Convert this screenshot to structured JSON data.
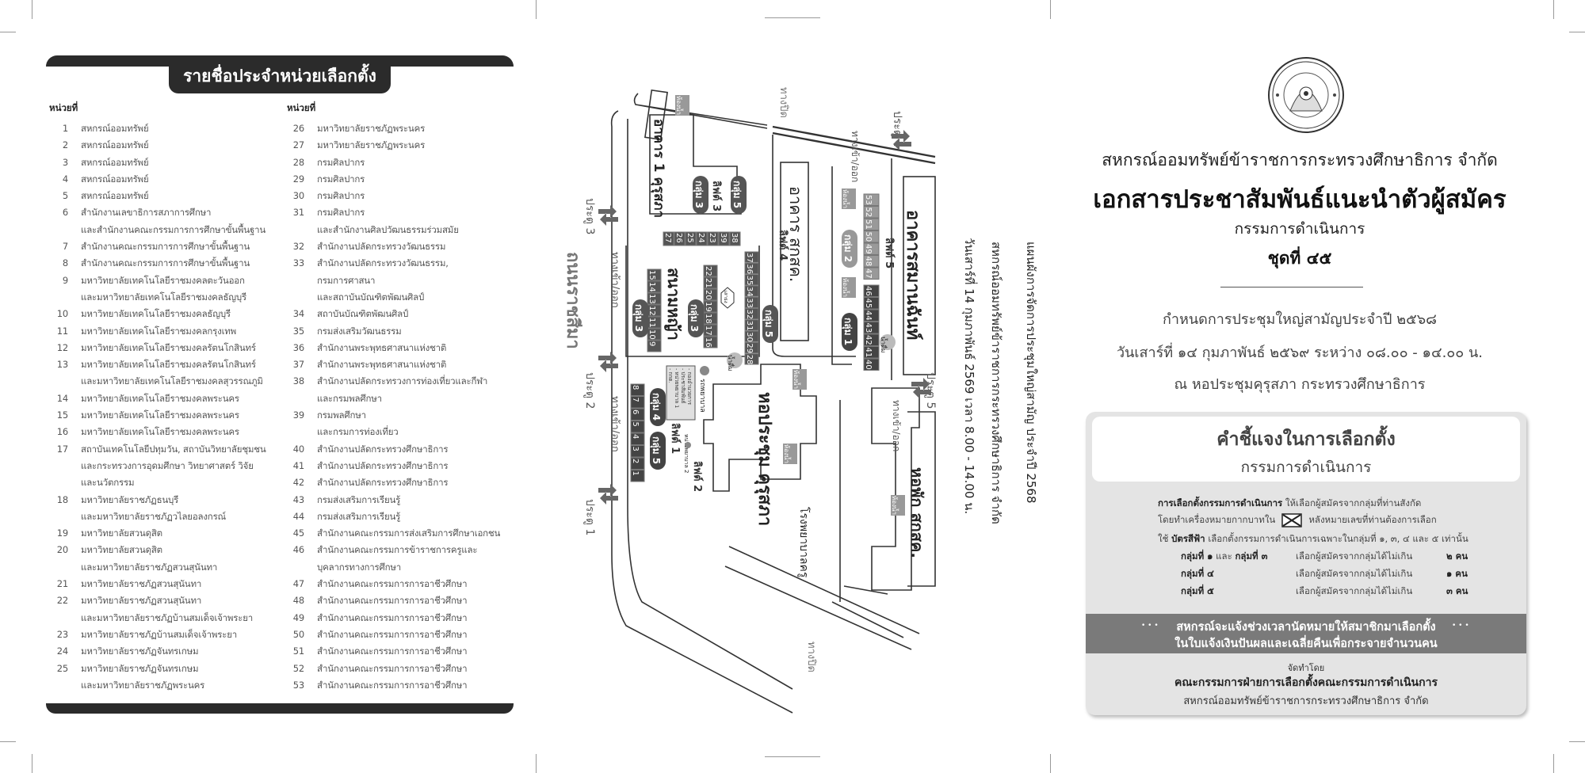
{
  "list": {
    "title": "รายชื่อประจำหน่วยเลือกตั้ง",
    "header": "หน่วยที่",
    "col1": [
      {
        "n": "1",
        "lines": [
          "สหกรณ์ออมทรัพย์"
        ]
      },
      {
        "n": "2",
        "lines": [
          "สหกรณ์ออมทรัพย์"
        ]
      },
      {
        "n": "3",
        "lines": [
          "สหกรณ์ออมทรัพย์"
        ]
      },
      {
        "n": "4",
        "lines": [
          "สหกรณ์ออมทรัพย์"
        ]
      },
      {
        "n": "5",
        "lines": [
          "สหกรณ์ออมทรัพย์"
        ]
      },
      {
        "n": "6",
        "lines": [
          "สำนักงานเลขาธิการสภาการศึกษา",
          "และสำนักงานคณะกรรมการการศึกษาขั้นพื้นฐาน"
        ]
      },
      {
        "n": "7",
        "lines": [
          "สำนักงานคณะกรรมการการศึกษาขั้นพื้นฐาน"
        ]
      },
      {
        "n": "8",
        "lines": [
          "สำนักงานคณะกรรมการการศึกษาขั้นพื้นฐาน"
        ]
      },
      {
        "n": "9",
        "lines": [
          "มหาวิทยาลัยเทคโนโลยีราชมงคลตะวันออก",
          "และมหาวิทยาลัยเทคโนโลยีราชมงคลธัญบุรี"
        ]
      },
      {
        "n": "10",
        "lines": [
          "มหาวิทยาลัยเทคโนโลยีราชมงคลธัญบุรี"
        ]
      },
      {
        "n": "11",
        "lines": [
          "มหาวิทยาลัยเทคโนโลยีราชมงคลกรุงเทพ"
        ]
      },
      {
        "n": "12",
        "lines": [
          "มหาวิทยาลัยเทคโนโลยีราชมงคลรัตนโกสินทร์"
        ]
      },
      {
        "n": "13",
        "lines": [
          "มหาวิทยาลัยเทคโนโลยีราชมงคลรัตนโกสินทร์",
          "และมหาวิทยาลัยเทคโนโลยีราชมงคลสุวรรณภูมิ"
        ]
      },
      {
        "n": "14",
        "lines": [
          "มหาวิทยาลัยเทคโนโลยีราชมงคลพระนคร"
        ]
      },
      {
        "n": "15",
        "lines": [
          "มหาวิทยาลัยเทคโนโลยีราชมงคลพระนคร"
        ]
      },
      {
        "n": "16",
        "lines": [
          "มหาวิทยาลัยเทคโนโลยีราชมงคลพระนคร"
        ]
      },
      {
        "n": "17",
        "lines": [
          "สถาบันเทคโนโลยีปทุมวัน, สถาบันวิทยาลัยชุมชน",
          "และกระทรวงการอุดมศึกษา  วิทยาศาสตร์  วิจัย",
          "และนวัตกรรม"
        ]
      },
      {
        "n": "18",
        "lines": [
          "มหาวิทยาลัยราชภัฏธนบุรี",
          "และมหาวิทยาลัยราชภัฏวไลยอลงกรณ์"
        ]
      },
      {
        "n": "19",
        "lines": [
          "มหาวิทยาลัยสวนดุสิต"
        ]
      },
      {
        "n": "20",
        "lines": [
          "มหาวิทยาลัยสวนดุสิต",
          "และมหาวิทยาลัยราชภัฏสวนสุนันทา"
        ]
      },
      {
        "n": "21",
        "lines": [
          "มหาวิทยาลัยราชภัฏสวนสุนันทา"
        ]
      },
      {
        "n": "22",
        "lines": [
          "มหาวิทยาลัยราชภัฏสวนสุนันทา",
          "และมหาวิทยาลัยราชภัฏบ้านสมเด็จเจ้าพระยา"
        ]
      },
      {
        "n": "23",
        "lines": [
          "มหาวิทยาลัยราชภัฏบ้านสมเด็จเจ้าพระยา"
        ]
      },
      {
        "n": "24",
        "lines": [
          "มหาวิทยาลัยราชภัฏจันทรเกษม"
        ]
      },
      {
        "n": "25",
        "lines": [
          "มหาวิทยาลัยราชภัฏจันทรเกษม",
          "และมหาวิทยาลัยราชภัฏพระนคร"
        ]
      }
    ],
    "col2": [
      {
        "n": "26",
        "lines": [
          "มหาวิทยาลัยราชภัฏพระนคร"
        ]
      },
      {
        "n": "27",
        "lines": [
          "มหาวิทยาลัยราชภัฏพระนคร"
        ]
      },
      {
        "n": "28",
        "lines": [
          "กรมศิลปากร"
        ]
      },
      {
        "n": "29",
        "lines": [
          "กรมศิลปากร"
        ]
      },
      {
        "n": "30",
        "lines": [
          "กรมศิลปากร"
        ]
      },
      {
        "n": "31",
        "lines": [
          "กรมศิลปากร",
          "และสำนักงานศิลปวัฒนธรรมร่วมสมัย"
        ]
      },
      {
        "n": "32",
        "lines": [
          "สำนักงานปลัดกระทรวงวัฒนธรรม"
        ]
      },
      {
        "n": "33",
        "lines": [
          "สำนักงานปลัดกระทรวงวัฒนธรรม,",
          "กรมการศาสนา",
          "และสถาบันบัณฑิตพัฒนศิลป์"
        ]
      },
      {
        "n": "34",
        "lines": [
          "สถาบันบัณฑิตพัฒนศิลป์"
        ]
      },
      {
        "n": "35",
        "lines": [
          "กรมส่งเสริมวัฒนธรรม"
        ]
      },
      {
        "n": "36",
        "lines": [
          "สำนักงานพระพุทธศาสนาแห่งชาติ"
        ]
      },
      {
        "n": "37",
        "lines": [
          "สำนักงานพระพุทธศาสนาแห่งชาติ"
        ]
      },
      {
        "n": "38",
        "lines": [
          "สำนักงานปลัดกระทรวงการท่องเที่ยวและกีฬา",
          "และกรมพลศึกษา"
        ]
      },
      {
        "n": "39",
        "lines": [
          "กรมพลศึกษา",
          "และกรมการท่องเที่ยว"
        ]
      },
      {
        "n": "40",
        "lines": [
          "สำนักงานปลัดกระทรวงศึกษาธิการ"
        ]
      },
      {
        "n": "41",
        "lines": [
          "สำนักงานปลัดกระทรวงศึกษาธิการ"
        ]
      },
      {
        "n": "42",
        "lines": [
          "สำนักงานปลัดกระทรวงศึกษาธิการ"
        ]
      },
      {
        "n": "43",
        "lines": [
          "กรมส่งเสริมการเรียนรู้"
        ]
      },
      {
        "n": "44",
        "lines": [
          "กรมส่งเสริมการเรียนรู้"
        ]
      },
      {
        "n": "45",
        "lines": [
          "สำนักงานคณะกรรมการส่งเสริมการศึกษาเอกชน"
        ]
      },
      {
        "n": "46",
        "lines": [
          "สำนักงานคณะกรรมการข้าราชการครูและ",
          "บุคลากรทางการศึกษา"
        ]
      },
      {
        "n": "47",
        "lines": [
          "สำนักงานคณะกรรมการการอาชีวศึกษา"
        ]
      },
      {
        "n": "48",
        "lines": [
          "สำนักงานคณะกรรมการการอาชีวศึกษา"
        ]
      },
      {
        "n": "49",
        "lines": [
          "สำนักงานคณะกรรมการการอาชีวศึกษา"
        ]
      },
      {
        "n": "50",
        "lines": [
          "สำนักงานคณะกรรมการการอาชีวศึกษา"
        ]
      },
      {
        "n": "51",
        "lines": [
          "สำนักงานคณะกรรมการการอาชีวศึกษา"
        ]
      },
      {
        "n": "52",
        "lines": [
          "สำนักงานคณะกรรมการการอาชีวศึกษา"
        ]
      },
      {
        "n": "53",
        "lines": [
          "สำนักงานคณะกรรมการการอาชีวศึกษา"
        ]
      }
    ]
  },
  "map": {
    "title1": "แผนผังการจัดการประชุมใหญ่สามัญ ประจำปี 2568",
    "title2": "สหกรณ์ออมทรัพย์ข้าราชการกระทรวงศึกษาธิการ จำกัด",
    "title3": "วันเสาร์ที่ 14 กุมภาพันธ์ 2569 เวลา 8.00 - 14.00 น.",
    "road": "ถนนราชสีมา",
    "gate1": "ประตู 1",
    "gate2": "ประตู 2",
    "gate3": "ประตู 3",
    "gate4": "ประตู 4",
    "gate5": "ประตู 5",
    "entrance": "ทางเข้า/ออก",
    "closed": "ทางปิด",
    "building1": "อาคาร 1 คุรุสภา",
    "building_oskt": "อาคาร สกสค.",
    "building_saman": "อาคารสมานฉันท์",
    "lawn": "สนามหญ้า",
    "hall": "หอประชุม คุรุสภา",
    "dorm": "หอพัก สกสค.",
    "hospital": "โรงพยาบาลครู",
    "toilet": "ห้องน้ำ",
    "water": "น้ำดื่ม",
    "flagpole": "เสาธง",
    "ambulance": "รถพยาบาล",
    "nurse2": "หน่วยพยาบาล 2",
    "lifts": [
      "ลิฟต์ 1",
      "ลิฟต์ 2",
      "ลิฟต์ 3",
      "ลิฟต์ 4",
      "ลิฟต์ 5"
    ],
    "info_box": [
      "- กองอำนวยการ",
      "- ประชาสัมพันธ์",
      "- หน่วยพยาบาล 1",
      "- กกต."
    ],
    "groups": {
      "g1": "กลุ่ม 1",
      "g2": "กลุ่ม 2",
      "g3": "กลุ่ม 3",
      "g4": "กลุ่ม 4",
      "g5": "กลุ่ม 5"
    },
    "strips": [
      [
        "27",
        "26",
        "25",
        "24",
        "23",
        "39",
        "38"
      ],
      [
        "37",
        "36",
        "35",
        "34",
        "33",
        "32",
        "31",
        "30",
        "29",
        "28"
      ],
      [
        "22",
        "21",
        "20",
        "19",
        "18",
        "17",
        "16"
      ],
      [
        "15",
        "14",
        "13",
        "12",
        "11",
        "10",
        "9"
      ],
      [
        "8",
        "7",
        "6",
        "5",
        "4",
        "3",
        "2",
        "1"
      ],
      [
        "53",
        "52",
        "51",
        "50",
        "49",
        "48",
        "47"
      ],
      [
        "46",
        "45",
        "44",
        "43",
        "42",
        "41",
        "40"
      ]
    ]
  },
  "cover": {
    "org": "สหกรณ์ออมทรัพย์ข้าราชการกระทรวงศึกษาธิการ จำกัด",
    "doc_title": "เอกสารประชาสัมพันธ์แนะนำตัวผู้สมัคร",
    "position": "กรรมการดำเนินการ",
    "set": "ชุดที่ ๔๕",
    "meeting": "กำหนดการประชุมใหญ่สามัญประจำปี ๒๕๖๘",
    "date": "วันเสาร์ที่ ๑๔ กุมภาพันธ์ ๒๕๖๙ ระหว่าง ๐๘.๐๐ - ๑๔.๐๐ น.",
    "venue": "ณ หอประชุมคุรุสภา กระทรวงศึกษาธิการ"
  },
  "instructions": {
    "title": "คำชี้แจงในการเลือกตั้ง",
    "subtitle": "กรรมการดำเนินการ",
    "l1_bold": "การเลือกตั้งกรรมการดำเนินการ",
    "l1_rest": "ให้เลือกผู้สมัครจากกลุ่มที่ท่านสังกัด",
    "l2_a": "โดยทำเครื่องหมายกากบาทใน",
    "l2_b": "หลังหมายเลขที่ท่านต้องการเลือก",
    "l3_a": "ใช้",
    "l3_bold": "บัตรสีฟ้า",
    "l3_rest": "เลือกตั้งกรรมการดำเนินการเฉพาะในกลุ่มที่ ๑, ๓, ๔ และ ๕ เท่านั้น",
    "rows": [
      {
        "group_a": "กลุ่มที่ ๑",
        "joiner": "และ",
        "group_b": "กลุ่มที่ ๓",
        "desc": "เลือกผู้สมัครจากกลุ่มได้ไม่เกิน",
        "count": "๒ คน"
      },
      {
        "group_a": "กลุ่มที่ ๔",
        "joiner": "",
        "group_b": "",
        "desc": "เลือกผู้สมัครจากกลุ่มได้ไม่เกิน",
        "count": "๑ คน"
      },
      {
        "group_a": "กลุ่มที่ ๕",
        "joiner": "",
        "group_b": "",
        "desc": "เลือกผู้สมัครจากกลุ่มได้ไม่เกิน",
        "count": "๓ คน"
      }
    ],
    "notice1": "สหกรณ์จะแจ้งช่วงเวลานัดหมายให้สมาชิกมาเลือกตั้ง",
    "notice2": "ในใบแจ้งเงินปันผลและเฉลี่ยคืนเพื่อกระจายจำนวนคน",
    "dots": "• • •",
    "by_label": "จัดทำโดย",
    "by_committee": "คณะกรรมการฝ่ายการเลือกตั้งคณะกรรมการดำเนินการ",
    "by_org": "สหกรณ์ออมทรัพย์ข้าราชการกระทรวงศึกษาธิการ  จำกัด"
  }
}
